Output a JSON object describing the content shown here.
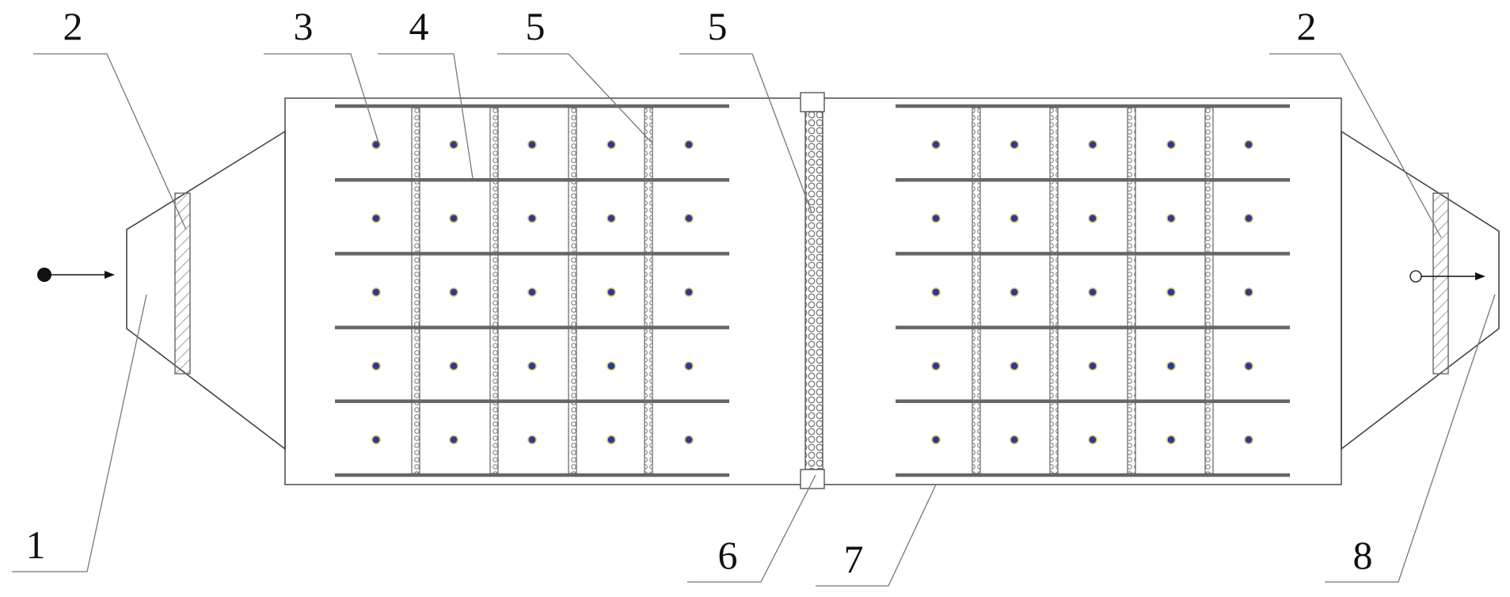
{
  "callouts": {
    "c1": "1",
    "c2_left": "2",
    "c2_right": "2",
    "c3": "3",
    "c4": "4",
    "c5_left": "5",
    "c5_center": "5",
    "c6": "6",
    "c7": "7",
    "c8": "8"
  },
  "colors": {
    "outline": "#555555",
    "plate": "#666666",
    "leader": "#777777",
    "dot_fill": "#2a3a9a",
    "dot_ring": "#d4c060",
    "hatch": "#888888"
  },
  "grid": {
    "rows": 5,
    "cols_per_section": 5
  }
}
